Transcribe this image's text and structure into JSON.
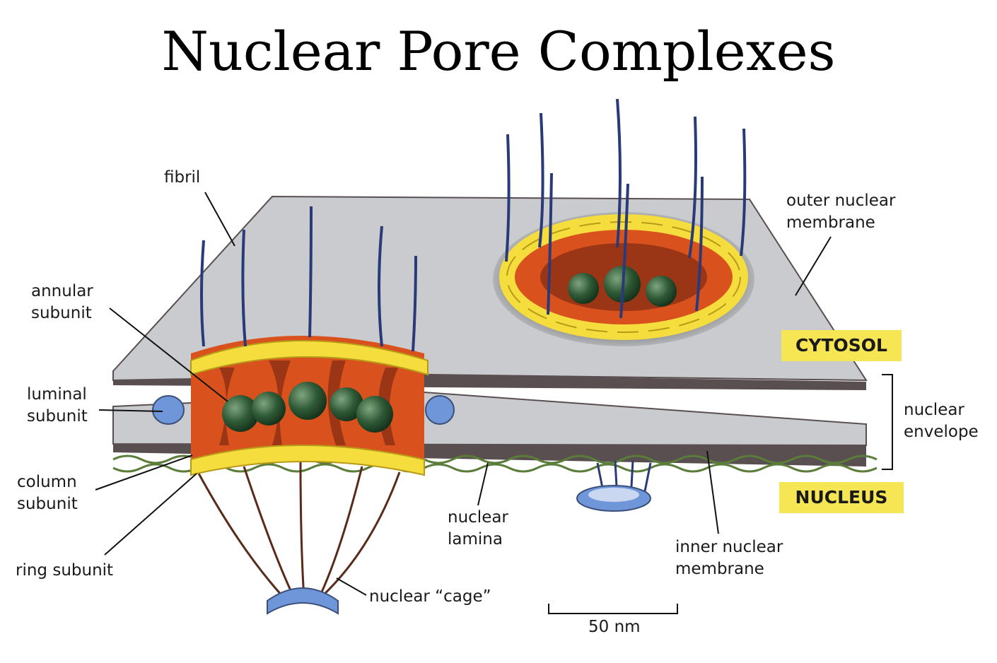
{
  "title": "Nuclear Pore Complexes",
  "labels": {
    "fibril": "fibril",
    "annular": [
      "annular",
      "subunit"
    ],
    "luminal": [
      "luminal",
      "subunit"
    ],
    "column": [
      "column",
      "subunit"
    ],
    "ring": "ring subunit",
    "cage": "nuclear “cage”",
    "lamina": [
      "nuclear",
      "lamina"
    ],
    "outer": [
      "outer nuclear",
      "membrane"
    ],
    "envelope": [
      "nuclear",
      "envelope"
    ],
    "inner": [
      "inner nuclear",
      "membrane"
    ],
    "scale": "50 nm"
  },
  "compartments": {
    "cytosol": "CYTOSOL",
    "nucleus": "NUCLEUS"
  },
  "colors": {
    "membrane": "#c9cbce",
    "membrane_edge": "#5a4f50",
    "ring": "#f4dd3c",
    "column": "#d9521e",
    "central": "#2f5a36",
    "fibril": "#2a3a78",
    "luminal": "#6f96d8",
    "lamina": "#5b7d3a",
    "tag": "#f7e654"
  }
}
